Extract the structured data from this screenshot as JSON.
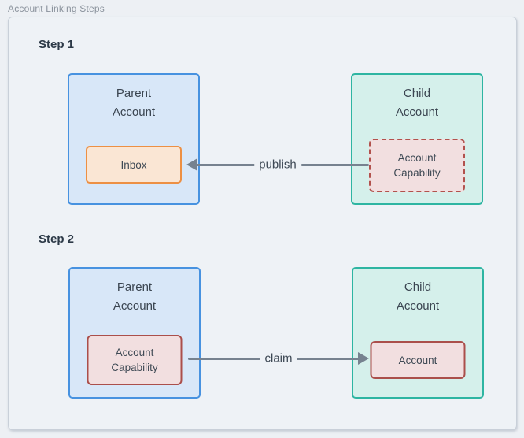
{
  "window": {
    "title": "Account Linking Steps"
  },
  "colors": {
    "page_background": "#edf0f4",
    "panel_background": "#eef2f6",
    "panel_border": "#c9d0d9",
    "heading_text": "#2c3947",
    "box_text": "#3b4551",
    "parent_box_border": "#4792e0",
    "parent_box_fill": "#d8e7f8",
    "child_box_border": "#2eb5a2",
    "child_box_fill": "#d5f0eb",
    "inbox_border": "#ed9044",
    "inbox_fill": "#fae6d4",
    "capability_border": "#ab4f4b",
    "capability_fill": "#f2dfe0",
    "arrow": "#76828f"
  },
  "steps": [
    {
      "label": "Step 1",
      "parent": {
        "title": "Parent\nAccount",
        "inner_label": "Inbox"
      },
      "child": {
        "title": "Child\nAccount",
        "inner_label": "Account\nCapability"
      },
      "arrow_label": "publish",
      "arrow_direction": "left"
    },
    {
      "label": "Step 2",
      "parent": {
        "title": "Parent\nAccount",
        "inner_label": "Account\nCapability"
      },
      "child": {
        "title": "Child\nAccount",
        "inner_label": "Account"
      },
      "arrow_label": "claim",
      "arrow_direction": "right"
    }
  ]
}
